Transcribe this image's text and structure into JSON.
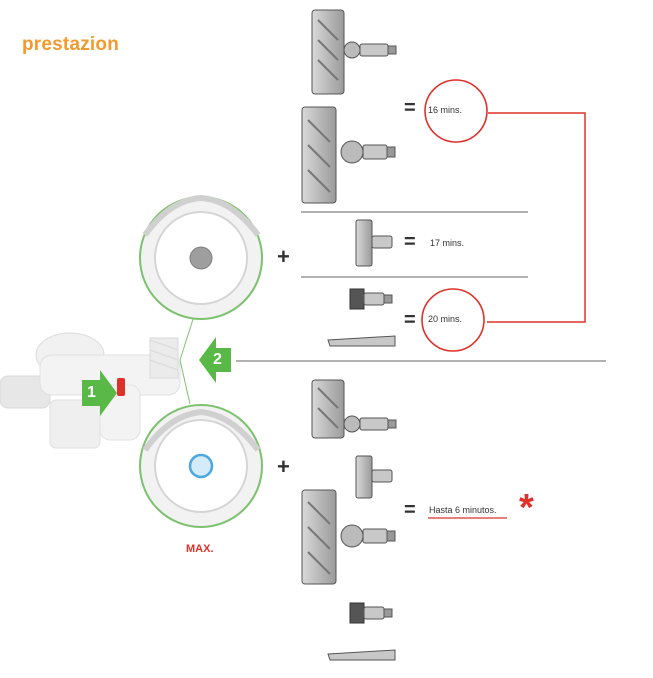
{
  "title": "prestazion",
  "steps": [
    "1",
    "2"
  ],
  "max_label": "MAX.",
  "equals_sign": "=",
  "plus_sign": "+",
  "run_times": {
    "motorhead_fluffy": "16 mins.",
    "mini_motorized": "17 mins.",
    "small_tools": "20 mins.",
    "max_mode": "Hasta 6 minutos."
  },
  "asterisk": "*",
  "colors": {
    "title": "#f39a2e",
    "highlight_red": "#e0302a",
    "step_green": "#58b947",
    "power_blue": "#4aa7e0",
    "outline_green": "#7cc26e"
  }
}
